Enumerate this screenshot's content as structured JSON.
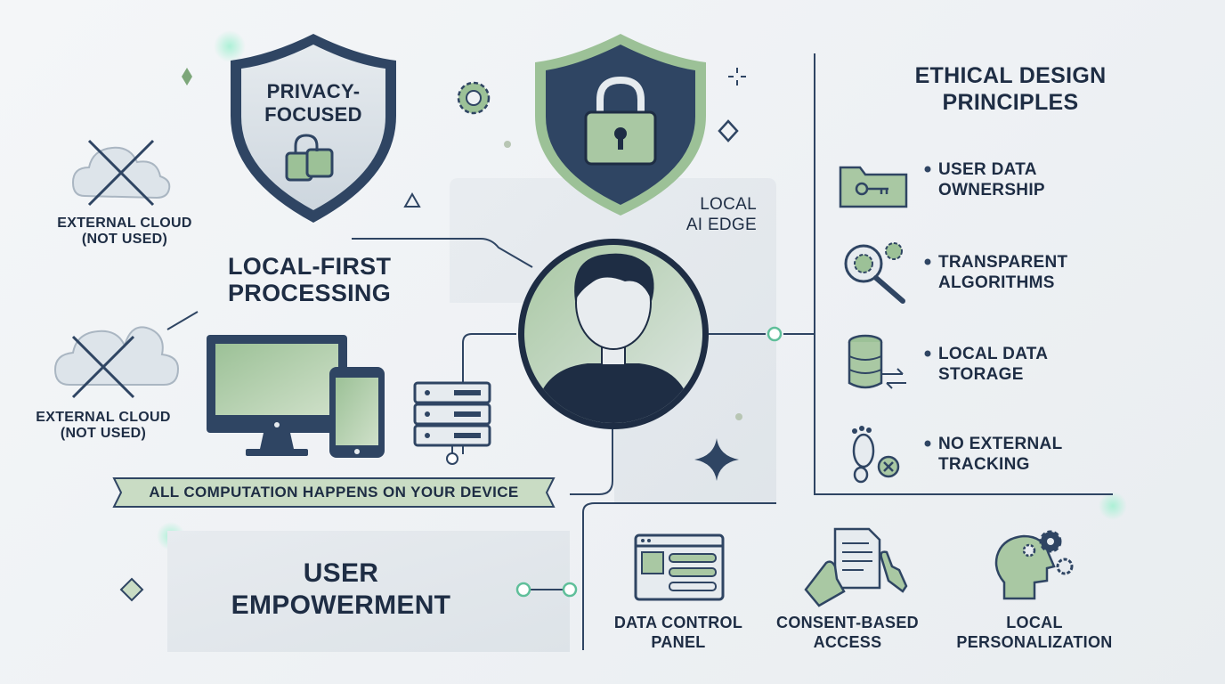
{
  "shield_left": {
    "label_line1": "PRIVACY-",
    "label_line2": "FOCUSED"
  },
  "cloud_top": {
    "label_line1": "EXTERNAL CLOUD",
    "label_line2": "(NOT USED)"
  },
  "cloud_bottom": {
    "label_line1": "EXTERNAL CLOUD",
    "label_line2": "(NOT USED)"
  },
  "local_first": {
    "line1": "LOCAL-FIRST",
    "line2": "PROCESSING"
  },
  "local_ai": {
    "line1": "LOCAL",
    "line2": "AI EDGE"
  },
  "banner": {
    "text": "ALL COMPUTATION HAPPENS ON YOUR DEVICE"
  },
  "empowerment": {
    "line1": "USER",
    "line2": "EMPOWERMENT"
  },
  "ethics": {
    "title_line1": "ETHICAL DESIGN",
    "title_line2": "PRINCIPLES",
    "items": [
      {
        "line1": "USER DATA",
        "line2": "OWNERSHIP",
        "icon": "folder-key-icon"
      },
      {
        "line1": "TRANSPARENT",
        "line2": "ALGORITHMS",
        "icon": "magnifier-gear-icon"
      },
      {
        "line1": "LOCAL DATA",
        "line2": "STORAGE",
        "icon": "database-sync-icon"
      },
      {
        "line1": "NO EXTERNAL",
        "line2": "TRACKING",
        "icon": "footprint-blocked-icon"
      }
    ]
  },
  "bottom_features": [
    {
      "line1": "DATA CONTROL",
      "line2": "PANEL",
      "icon": "control-panel-icon"
    },
    {
      "line1": "CONSENT-BASED",
      "line2": "ACCESS",
      "icon": "consent-document-icon"
    },
    {
      "line1": "LOCAL",
      "line2": "PERSONALIZATION",
      "icon": "head-gears-icon"
    }
  ],
  "colors": {
    "navy": "#2f4563",
    "green": "#9cc197",
    "light_green": "#c9dcc4",
    "panel": "#e4e8ec",
    "glow": "#8fe3c6"
  }
}
